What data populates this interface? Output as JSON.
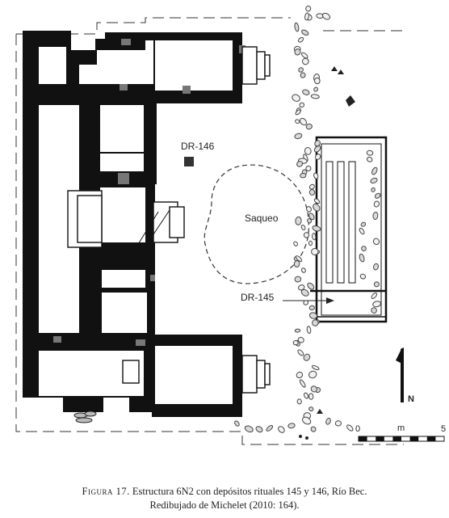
{
  "labels": {
    "dr146": "DR-146",
    "saqueo": "Saqueo",
    "dr145": "DR-145",
    "north": "N"
  },
  "scale": {
    "start": "0",
    "unit": "m",
    "end": "5"
  },
  "caption": {
    "fig_word": "Figura 17.",
    "line1_rest": " Estructura 6N2 con depósitos rituales 145 y 146, Río Bec.",
    "line2": "Redibujado de Michelet (2010: 164)."
  },
  "colors": {
    "wall": "#111111",
    "stone_fill": "#d9d9d9",
    "stone_stroke": "#444444",
    "deposit": "#333333"
  }
}
